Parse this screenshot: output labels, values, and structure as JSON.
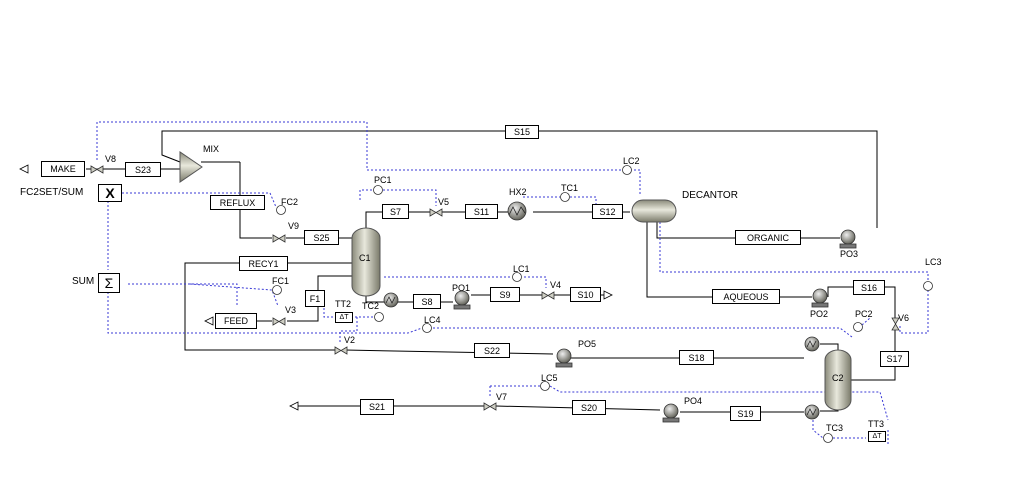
{
  "streams": {
    "make": "MAKE",
    "s23": "S23",
    "mix": "MIX",
    "s15": "S15",
    "v8": "V8",
    "fc2setsum": "FC2SET/SUM",
    "fc2set_symbol": "X",
    "reflux": "REFLUX",
    "fc2": "FC2",
    "v9": "V9",
    "s25": "S25",
    "sum": "SUM",
    "sum_symbol": "Σ",
    "recy1": "RECY1",
    "c1": "C1",
    "f1": "F1",
    "tt2": "TT2",
    "tc2": "TC2",
    "s8": "S8",
    "po1": "PO1",
    "s9": "S9",
    "v4": "V4",
    "s10": "S10",
    "lc1": "LC1",
    "fc1": "FC1",
    "v3": "V3",
    "feed": "FEED",
    "pc1": "PC1",
    "v5": "V5",
    "s7": "S7",
    "s11": "S11",
    "hx2": "HX2",
    "tc1": "TC1",
    "s12": "S12",
    "decantor": "DECANTOR",
    "lc2": "LC2",
    "organic": "ORGANIC",
    "po3": "PO3",
    "aqueous": "AQUEOUS",
    "po2": "PO2",
    "s16": "S16",
    "lc3": "LC3",
    "v6": "V6",
    "pc2": "PC2",
    "s17": "S17",
    "c2": "C2",
    "lc4": "LC4",
    "v2": "V2",
    "s22": "S22",
    "po5": "PO5",
    "s18": "S18",
    "lc5": "LC5",
    "v7": "V7",
    "s20": "S20",
    "po4": "PO4",
    "s19": "S19",
    "s21": "S21",
    "tc3": "TC3",
    "tt3": "TT3"
  },
  "colors": {
    "material": "#000000",
    "signal": "#3a3ad6",
    "vessel": "#b8b8a8"
  }
}
